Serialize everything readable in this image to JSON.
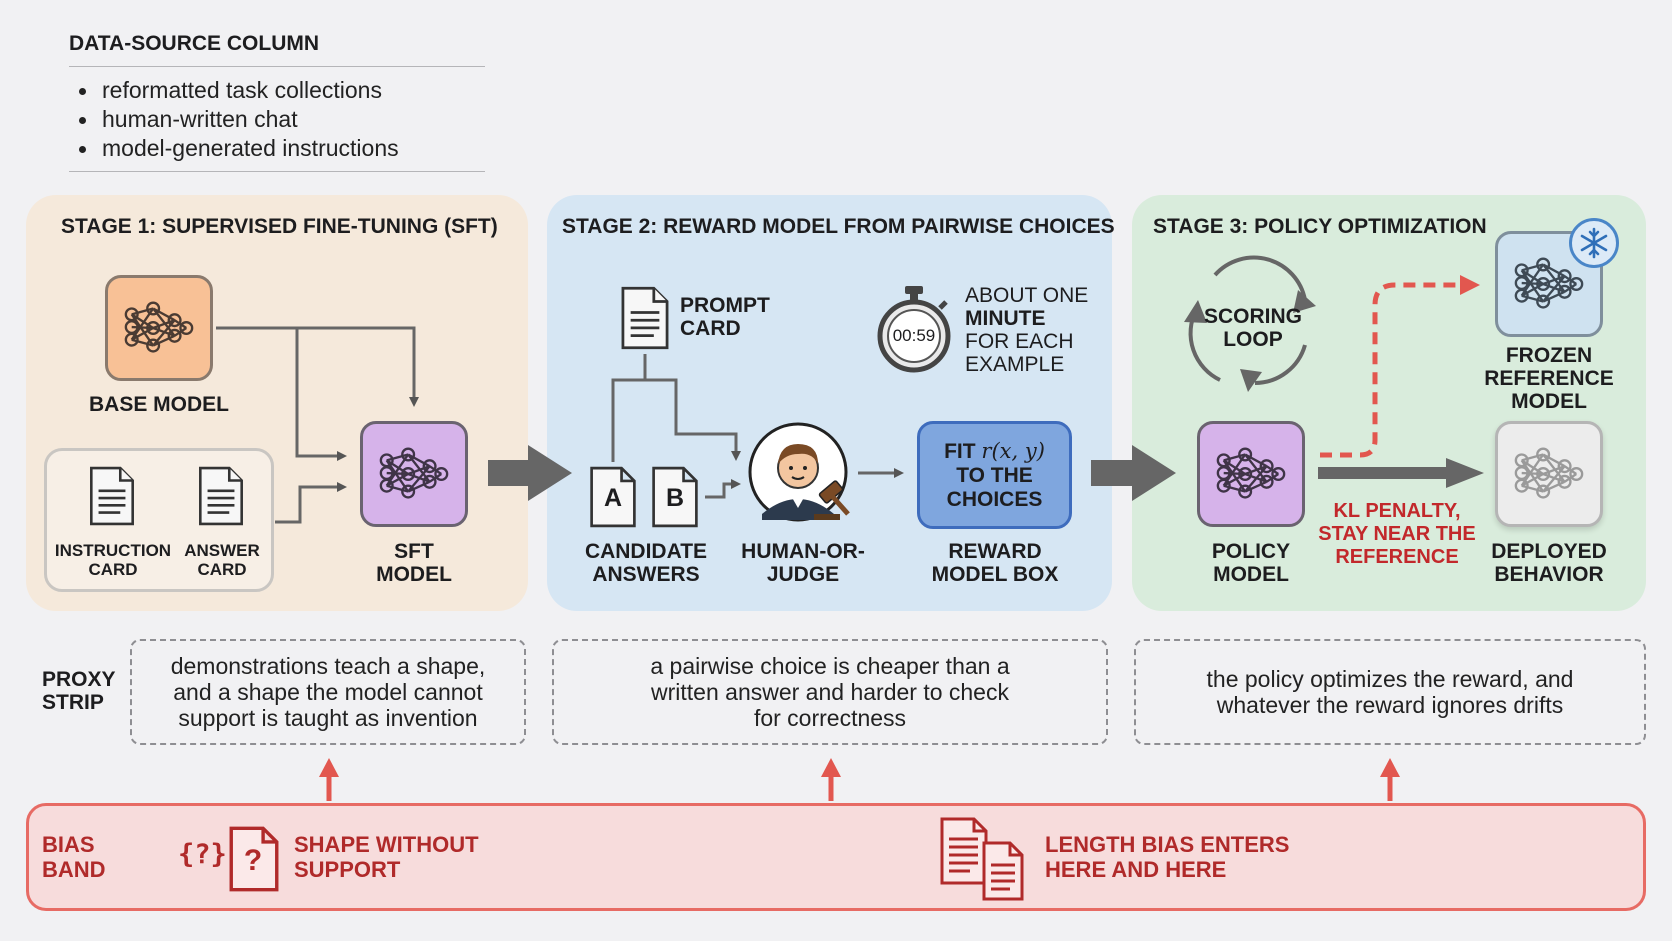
{
  "data_source": {
    "title": "DATA-SOURCE COLUMN",
    "items": [
      "reformatted task collections",
      "human-written chat",
      "model-generated instructions"
    ]
  },
  "stage1": {
    "title": "STAGE 1: SUPERVISED FINE-TUNING (SFT)",
    "base_model": "BASE MODEL",
    "instruction_card": "INSTRUCTION CARD",
    "answer_card": "ANSWER CARD",
    "sft_model": "SFT MODEL"
  },
  "stage2": {
    "title": "STAGE 2: REWARD MODEL FROM PAIRWISE CHOICES",
    "prompt_card": "PROMPT CARD",
    "timer_value": "00:59",
    "timer_caption_1": "ABOUT ONE",
    "timer_caption_2": "MINUTE",
    "timer_caption_3": "FOR EACH",
    "timer_caption_4": "EXAMPLE",
    "candidate_a": "A",
    "candidate_b": "B",
    "candidate_answers": "CANDIDATE ANSWERS",
    "judge": "HUMAN-OR-JUDGE",
    "reward_fit_prefix": "FIT",
    "reward_fit_formula": "r(x, y)",
    "reward_fit_suffix": "TO THE CHOICES",
    "reward_model_box": "REWARD MODEL BOX"
  },
  "stage3": {
    "title": "STAGE 3: POLICY OPTIMIZATION",
    "scoring_loop": "SCORING LOOP",
    "frozen_reference": "FROZEN REFERENCE MODEL",
    "policy_model": "POLICY MODEL",
    "kl_penalty": "KL PENALTY, STAY NEAR THE REFERENCE",
    "deployed_behavior": "DEPLOYED BEHAVIOR"
  },
  "proxy": {
    "label": "PROXY STRIP",
    "notes": [
      "demonstrations teach a shape, and a shape the model cannot support is taught as invention",
      "a pairwise choice is cheaper than a written answer and harder to check for correctness",
      "the policy optimizes the reward, and whatever the reward ignores drifts"
    ]
  },
  "bias": {
    "label": "BIAS BAND",
    "shape_symbol": "{?}",
    "shape_text": "SHAPE WITHOUT SUPPORT",
    "length_text": "LENGTH BIAS ENTERS HERE AND HERE"
  },
  "colors": {
    "stage1_bg": "#f5e9db",
    "stage2_bg": "#d6e6f3",
    "stage3_bg": "#d9ecdc",
    "bias_red": "#e76b64",
    "kl_red": "#c2282b"
  }
}
